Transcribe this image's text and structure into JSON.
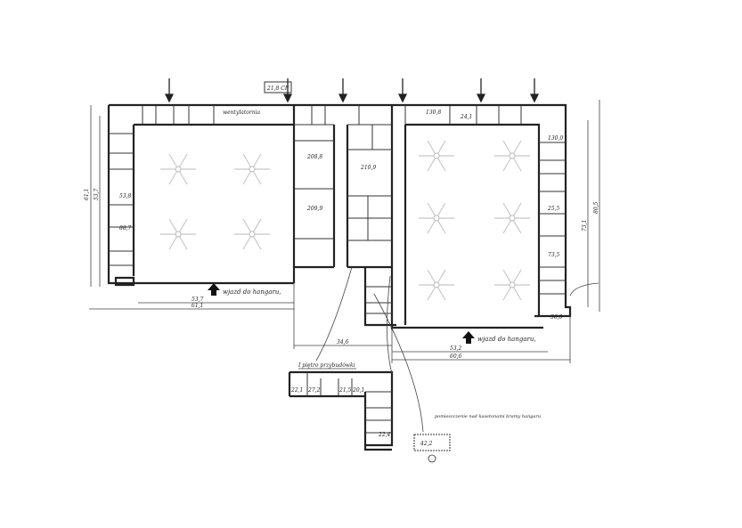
{
  "plan": {
    "entrance_left": "wjazd do hangaru,",
    "entrance_right": "wjazd do hangaru,",
    "upper_floor_note": "I piętro przybudówki",
    "gate_room_note": "pomieszczenie nad kasetonami bramy hangaru",
    "dimensions": {
      "left_inner_width": "53,7",
      "left_outer_width": "61,1",
      "middle_width": "34,6",
      "right_inner_width": "53,2",
      "right_outer_width": "60,6",
      "left_outer_height": "61,1",
      "left_inner_height": "53,7",
      "right_inner_height": "73,1",
      "right_outer_height": "80,5"
    },
    "rooms": {
      "ventilation": "wentylatornia",
      "cp": "21,8 CP",
      "workshop_1": "208,8",
      "workshop_2": "209,9",
      "mechanics": "210,9",
      "top_right_1": "130,8",
      "top_right_2": "24,1",
      "right_1": "130,0",
      "right_2": "25,5",
      "right_3": "73,5",
      "right_4": "36,8",
      "left_1": "53,8",
      "left_2": "88,7",
      "lower_1": "22,1",
      "lower_2": "27,2",
      "lower_3": "21,5",
      "lower_4": "20,1",
      "lower_5": "22,4",
      "gate_room": "42,2"
    }
  }
}
